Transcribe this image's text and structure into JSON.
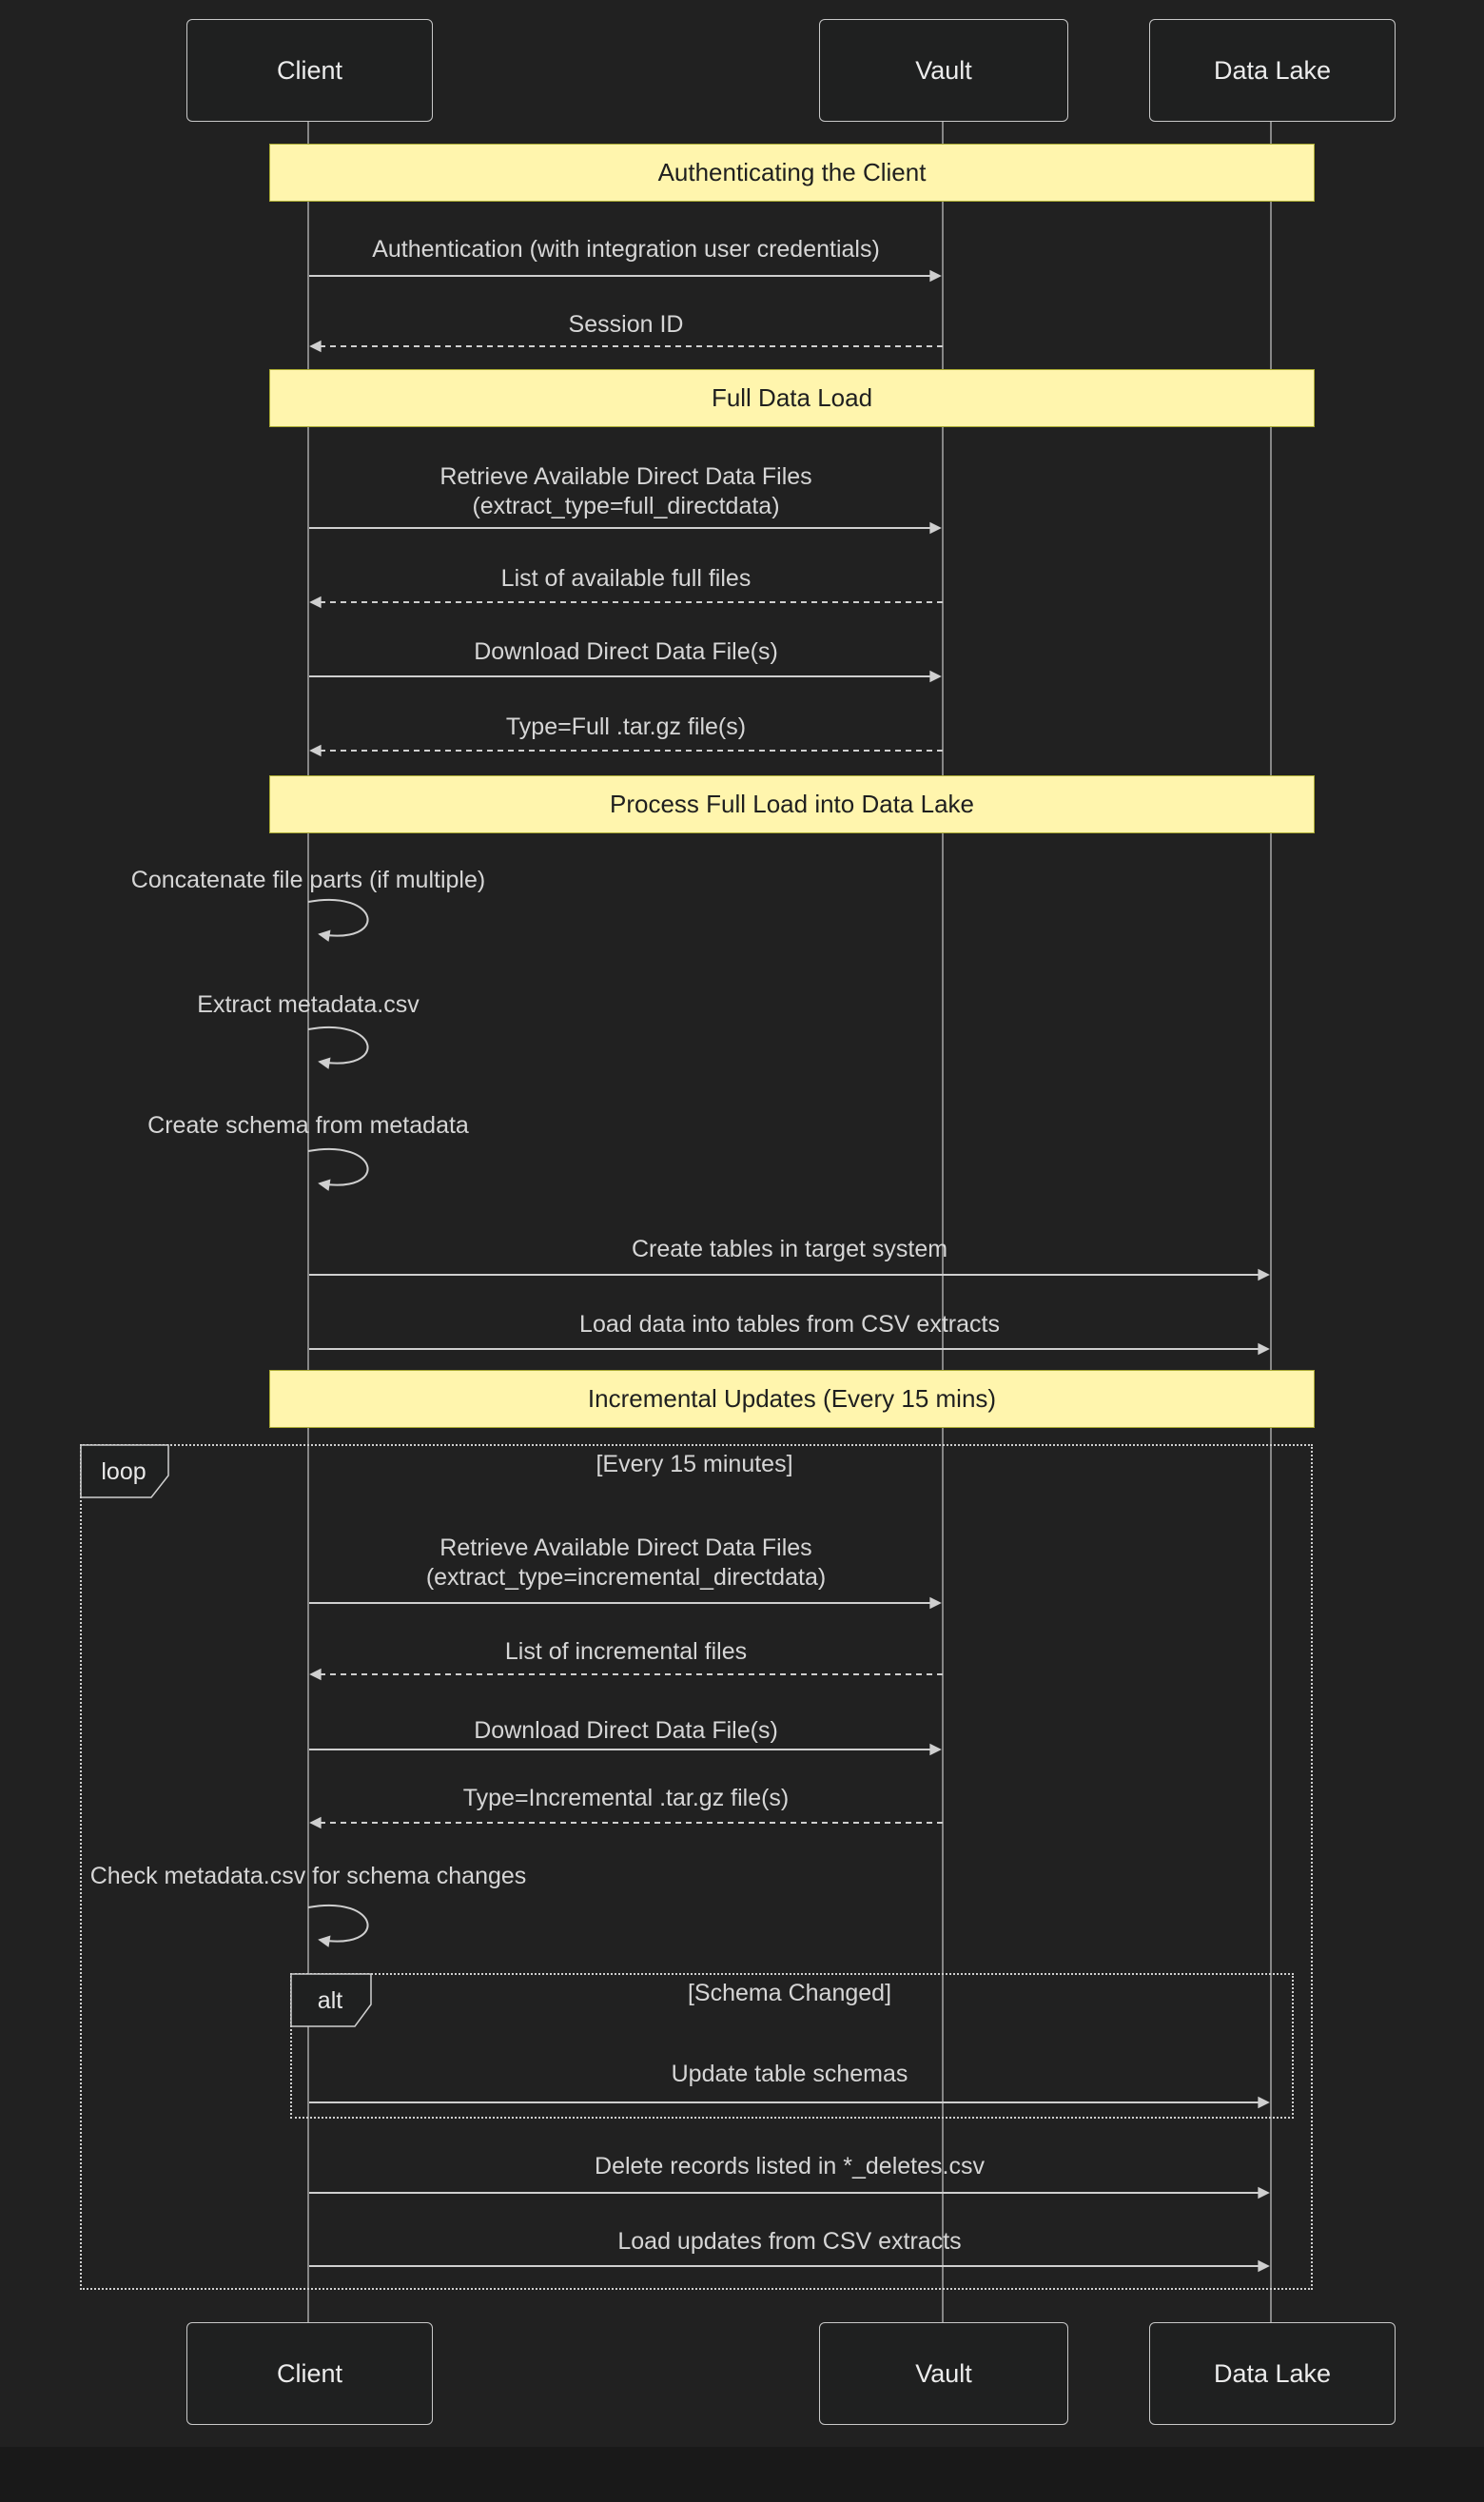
{
  "actors": [
    {
      "name": "Client"
    },
    {
      "name": "Vault"
    },
    {
      "name": "Data Lake"
    }
  ],
  "sections": [
    {
      "title": "Authenticating the Client"
    },
    {
      "title": "Full Data Load"
    },
    {
      "title": "Process Full Load into Data Lake"
    },
    {
      "title": "Incremental Updates (Every 15 mins)"
    }
  ],
  "frames": {
    "loop": {
      "label": "loop",
      "condition": "[Every 15 minutes]"
    },
    "alt": {
      "label": "alt",
      "condition": "[Schema Changed]"
    }
  },
  "messages": [
    {
      "from": "Client",
      "to": "Vault",
      "kind": "solid",
      "line1": "Authentication (with integration user credentials)"
    },
    {
      "from": "Vault",
      "to": "Client",
      "kind": "dashed",
      "line1": "Session ID"
    },
    {
      "from": "Client",
      "to": "Vault",
      "kind": "solid",
      "line1": "Retrieve Available Direct Data Files",
      "line2": "(extract_type=full_directdata)"
    },
    {
      "from": "Vault",
      "to": "Client",
      "kind": "dashed",
      "line1": "List of available full files"
    },
    {
      "from": "Client",
      "to": "Vault",
      "kind": "solid",
      "line1": "Download Direct Data File(s)"
    },
    {
      "from": "Vault",
      "to": "Client",
      "kind": "dashed",
      "line1": "Type=Full .tar.gz file(s)"
    },
    {
      "from": "Client",
      "to": "Client",
      "kind": "self",
      "line1": "Concatenate file parts (if multiple)"
    },
    {
      "from": "Client",
      "to": "Client",
      "kind": "self",
      "line1": "Extract metadata.csv"
    },
    {
      "from": "Client",
      "to": "Client",
      "kind": "self",
      "line1": "Create schema from metadata"
    },
    {
      "from": "Client",
      "to": "Data Lake",
      "kind": "solid",
      "line1": "Create tables in target system"
    },
    {
      "from": "Client",
      "to": "Data Lake",
      "kind": "solid",
      "line1": "Load data into tables from CSV extracts"
    },
    {
      "from": "Client",
      "to": "Vault",
      "kind": "solid",
      "line1": "Retrieve Available Direct Data Files",
      "line2": "(extract_type=incremental_directdata)"
    },
    {
      "from": "Vault",
      "to": "Client",
      "kind": "dashed",
      "line1": "List of incremental files"
    },
    {
      "from": "Client",
      "to": "Vault",
      "kind": "solid",
      "line1": "Download Direct Data File(s)"
    },
    {
      "from": "Vault",
      "to": "Client",
      "kind": "dashed",
      "line1": "Type=Incremental .tar.gz file(s)"
    },
    {
      "from": "Client",
      "to": "Client",
      "kind": "self",
      "line1": "Check metadata.csv for schema changes"
    },
    {
      "from": "Client",
      "to": "Data Lake",
      "kind": "solid",
      "line1": "Update table schemas"
    },
    {
      "from": "Client",
      "to": "Data Lake",
      "kind": "solid",
      "line1": "Delete records listed in *_deletes.csv"
    },
    {
      "from": "Client",
      "to": "Data Lake",
      "kind": "solid",
      "line1": "Load updates from CSV extracts"
    }
  ],
  "colors": {
    "background": "#212121",
    "note_fill": "#fff5ad",
    "note_border": "#aaaa33",
    "line": "#cfcfcf",
    "text": "#d6d6d6"
  }
}
